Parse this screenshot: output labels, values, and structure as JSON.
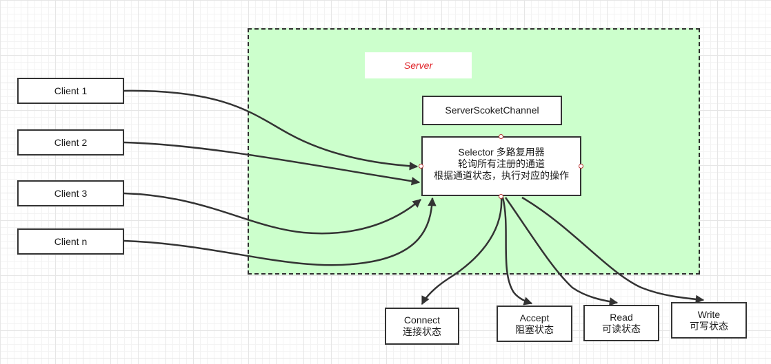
{
  "server": {
    "label": "Server"
  },
  "server_channel": {
    "label": "ServerScoketChannel"
  },
  "selector": {
    "lines": [
      "Selector 多路复用器",
      "轮询所有注册的通道",
      "根据通道状态，执行对应的操作"
    ]
  },
  "clients": [
    {
      "label": "Client 1"
    },
    {
      "label": "Client 2"
    },
    {
      "label": "Client 3"
    },
    {
      "label": "Client n"
    }
  ],
  "states": [
    {
      "title": "Connect",
      "subtitle": "连接状态"
    },
    {
      "title": "Accept",
      "subtitle": "阻塞状态"
    },
    {
      "title": "Read",
      "subtitle": "可读状态"
    },
    {
      "title": "Write",
      "subtitle": "可写状态"
    }
  ],
  "colors": {
    "server_bg": "#ccffcc",
    "server_label": "#e0242a",
    "line": "#333333"
  }
}
